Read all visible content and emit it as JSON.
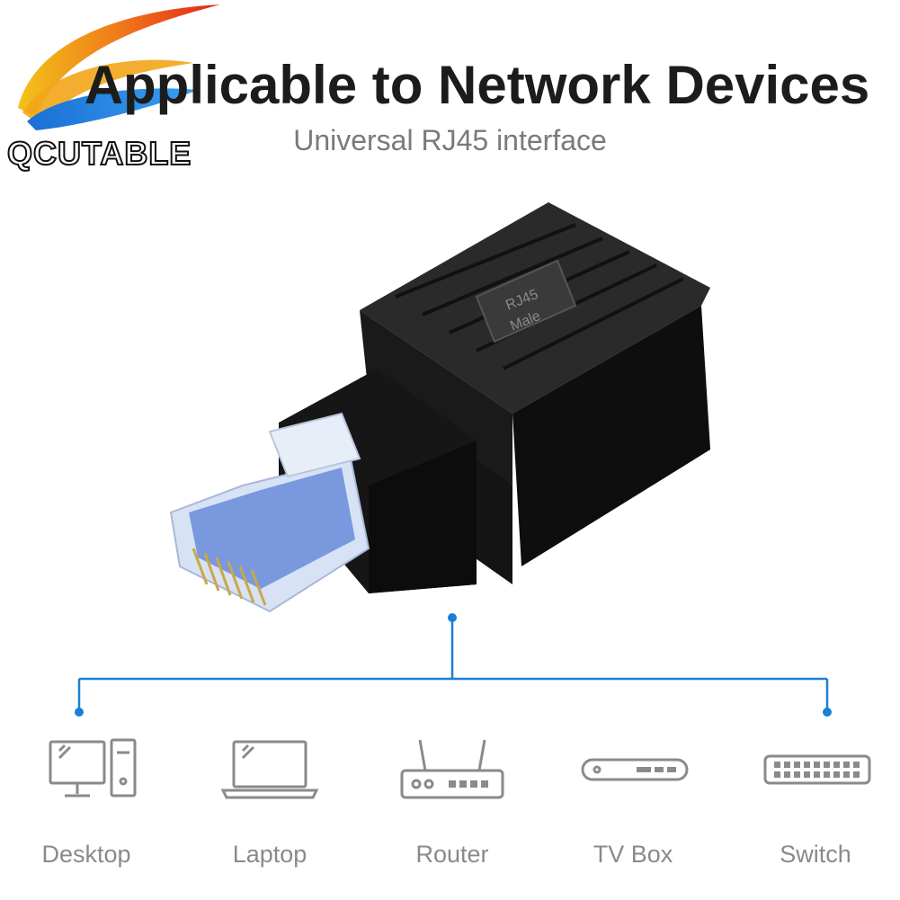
{
  "brand": {
    "logo_text": "QCUTABLE"
  },
  "header": {
    "title": "Applicable to Network Devices",
    "subtitle": "Universal RJ45 interface"
  },
  "product": {
    "label_line1": "RJ45",
    "label_line2": "Male"
  },
  "colors": {
    "accent": "#1a7fd6",
    "icon": "#8a8a8a",
    "title": "#1c1c1c",
    "subtitle": "#7a7a7a"
  },
  "devices": [
    {
      "label": "Desktop",
      "icon": "desktop-icon"
    },
    {
      "label": "Laptop",
      "icon": "laptop-icon"
    },
    {
      "label": "Router",
      "icon": "router-icon"
    },
    {
      "label": "TV Box",
      "icon": "tv-box-icon"
    },
    {
      "label": "Switch",
      "icon": "switch-icon"
    }
  ]
}
